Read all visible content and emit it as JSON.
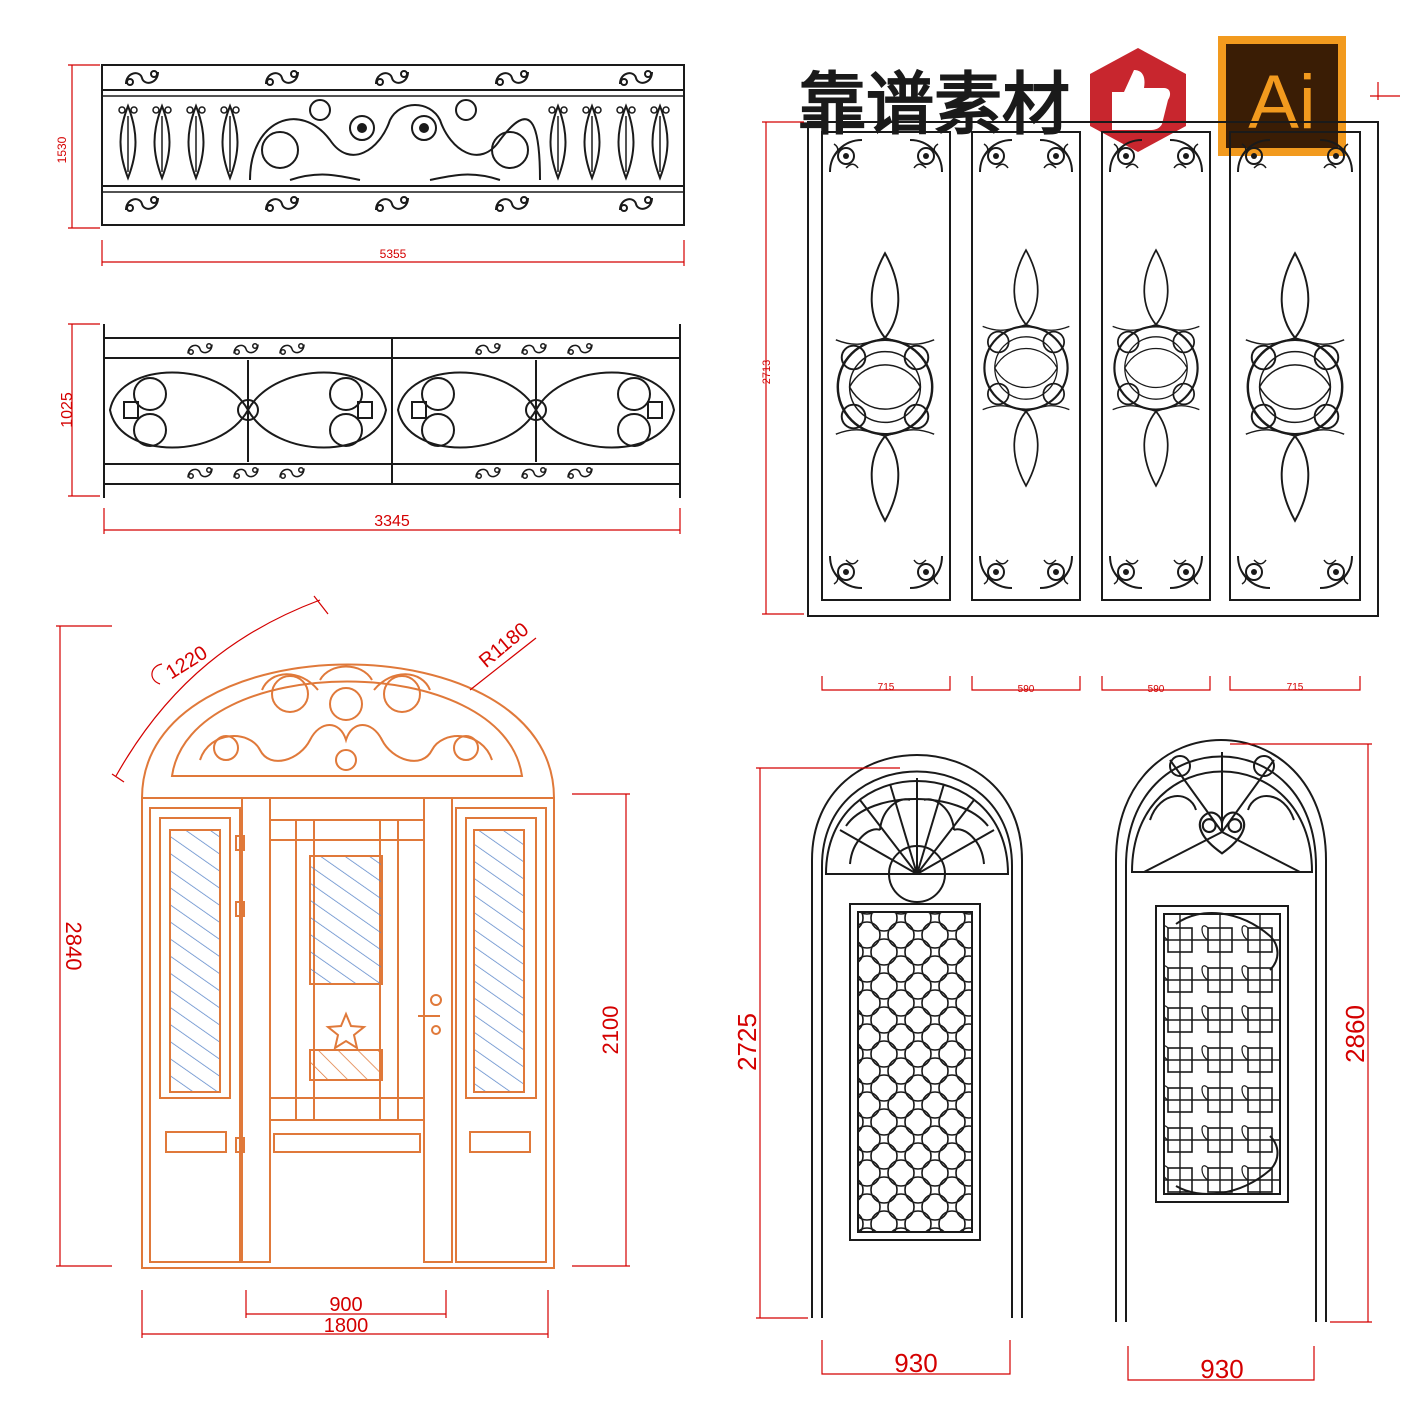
{
  "brand": {
    "name": "靠谱素材",
    "badge": "Ai",
    "colors": {
      "logo_red": "#c8262e",
      "ai_bg": "#3a1d05",
      "ai_fg": "#f29a1e"
    }
  },
  "railing_1": {
    "width": "5355",
    "height": "1530"
  },
  "railing_2": {
    "width": "3345",
    "height": "1025"
  },
  "panels": {
    "height": "2713",
    "widths": [
      "715",
      "590",
      "590",
      "715"
    ]
  },
  "orange_door": {
    "arc_length": "1220",
    "radius": "R1180",
    "total_height": "2840",
    "door_height": "2100",
    "center_width": "900",
    "total_width": "1800",
    "colors": {
      "line": "#e0793a",
      "glass": "#5a86c9"
    }
  },
  "arched_door_left": {
    "height": "2725",
    "width": "930"
  },
  "arched_door_right": {
    "height": "2860",
    "width": "930"
  },
  "colors": {
    "dimension": "#d40000",
    "drawing": "#1a1a1a"
  }
}
